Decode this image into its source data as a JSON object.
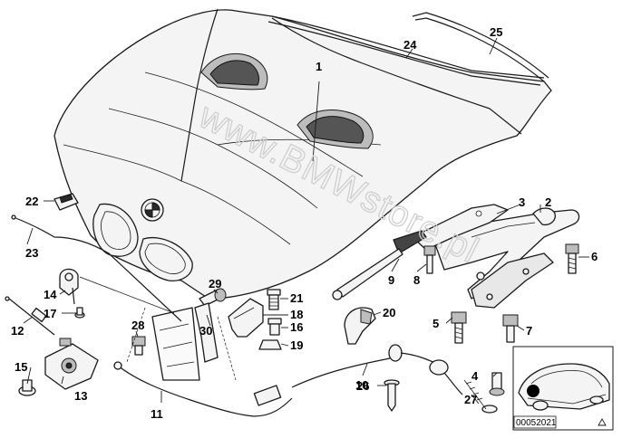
{
  "watermark": "www.BMWstore.pl",
  "reference_number": "00052021",
  "callouts": [
    {
      "id": "1"
    },
    {
      "id": "2"
    },
    {
      "id": "3"
    },
    {
      "id": "4"
    },
    {
      "id": "5"
    },
    {
      "id": "6"
    },
    {
      "id": "7"
    },
    {
      "id": "8"
    },
    {
      "id": "9"
    },
    {
      "id": "10"
    },
    {
      "id": "11"
    },
    {
      "id": "12"
    },
    {
      "id": "13"
    },
    {
      "id": "14"
    },
    {
      "id": "15"
    },
    {
      "id": "16"
    },
    {
      "id": "17"
    },
    {
      "id": "18"
    },
    {
      "id": "19"
    },
    {
      "id": "20"
    },
    {
      "id": "21"
    },
    {
      "id": "22"
    },
    {
      "id": "23"
    },
    {
      "id": "24"
    },
    {
      "id": "25"
    },
    {
      "id": "26"
    },
    {
      "id": "27"
    },
    {
      "id": "28"
    },
    {
      "id": "29"
    },
    {
      "id": "30"
    }
  ]
}
